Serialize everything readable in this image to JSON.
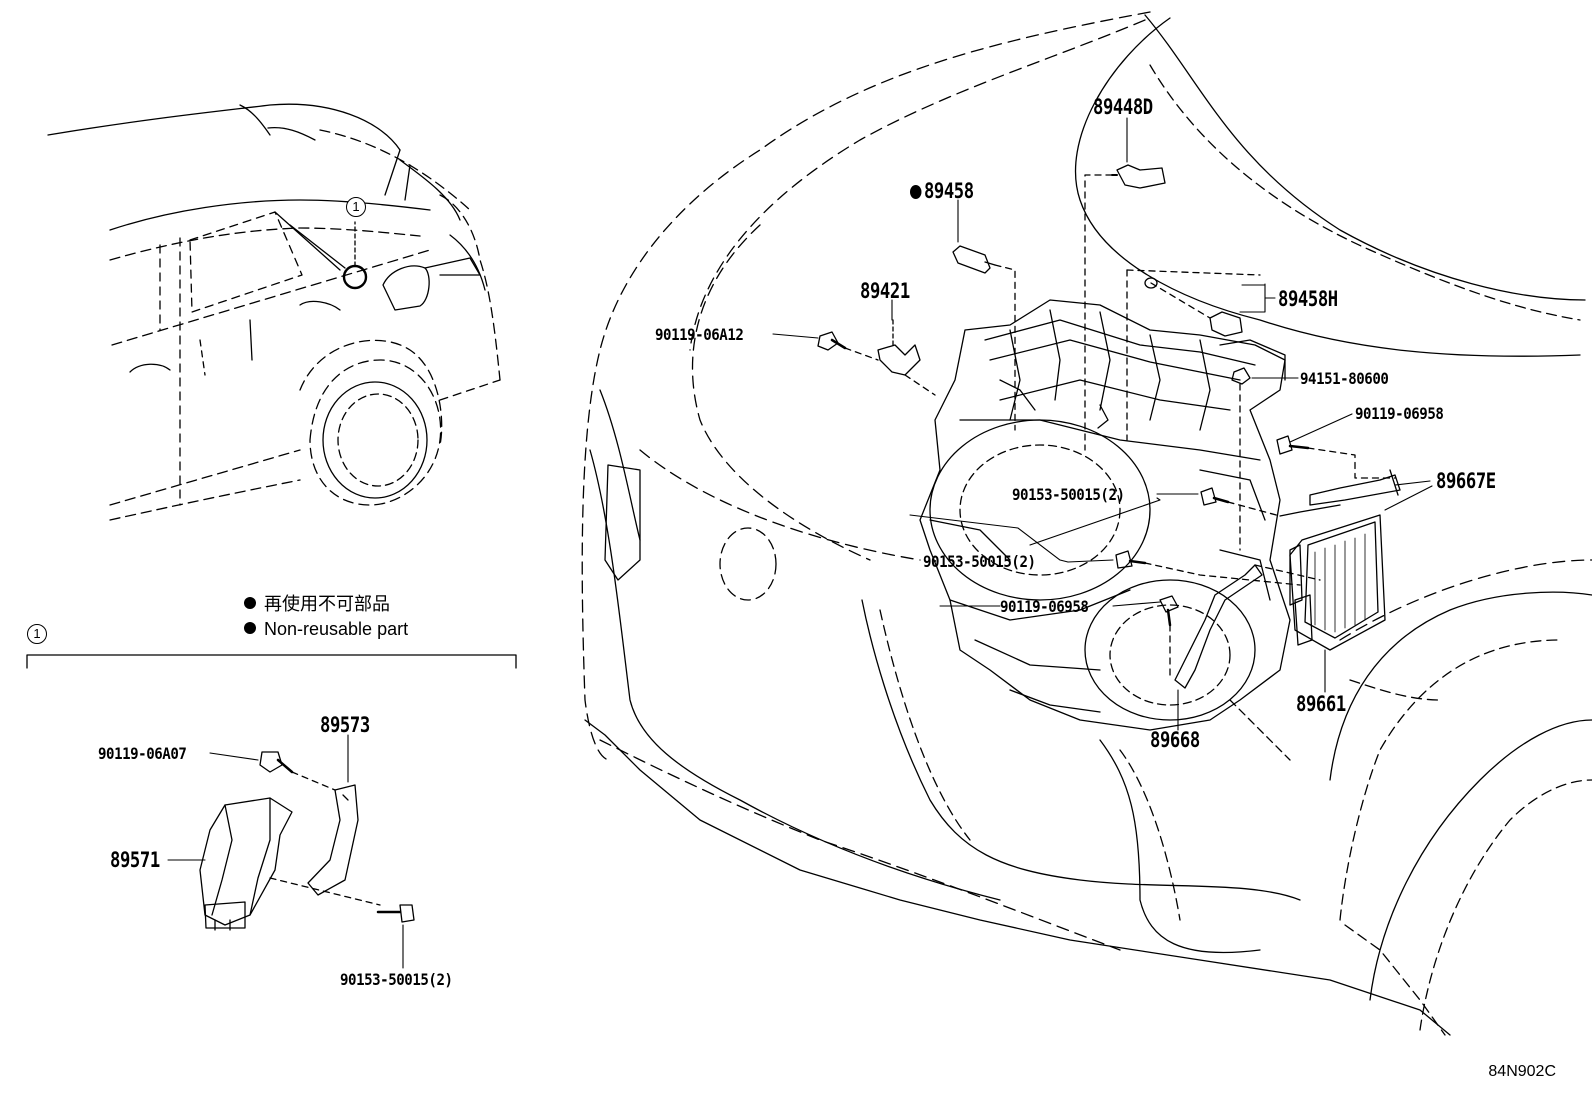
{
  "legend": {
    "jp_text": "再使用不可部品",
    "en_text": "Non-reusable part"
  },
  "callout_marker": "1",
  "drawing_code": "84N902C",
  "labels": {
    "p89448D": "89448D",
    "p89458": "89458",
    "p89421": "89421",
    "p89458H": "89458H",
    "p90119_06A12": "90119-06A12",
    "p94151_80600": "94151-80600",
    "p90119_06958_a": "90119-06958",
    "p89667E": "89667E",
    "p90153_50015_a": "90153-50015(2)",
    "p90153_50015_b": "90153-50015(2)",
    "p90119_06958_b": "90119-06958",
    "p89661": "89661",
    "p89668": "89668",
    "p89573": "89573",
    "p90119_06A07": "90119-06A07",
    "p89571": "89571",
    "p90153_50015_c": "90153-50015(2)"
  }
}
